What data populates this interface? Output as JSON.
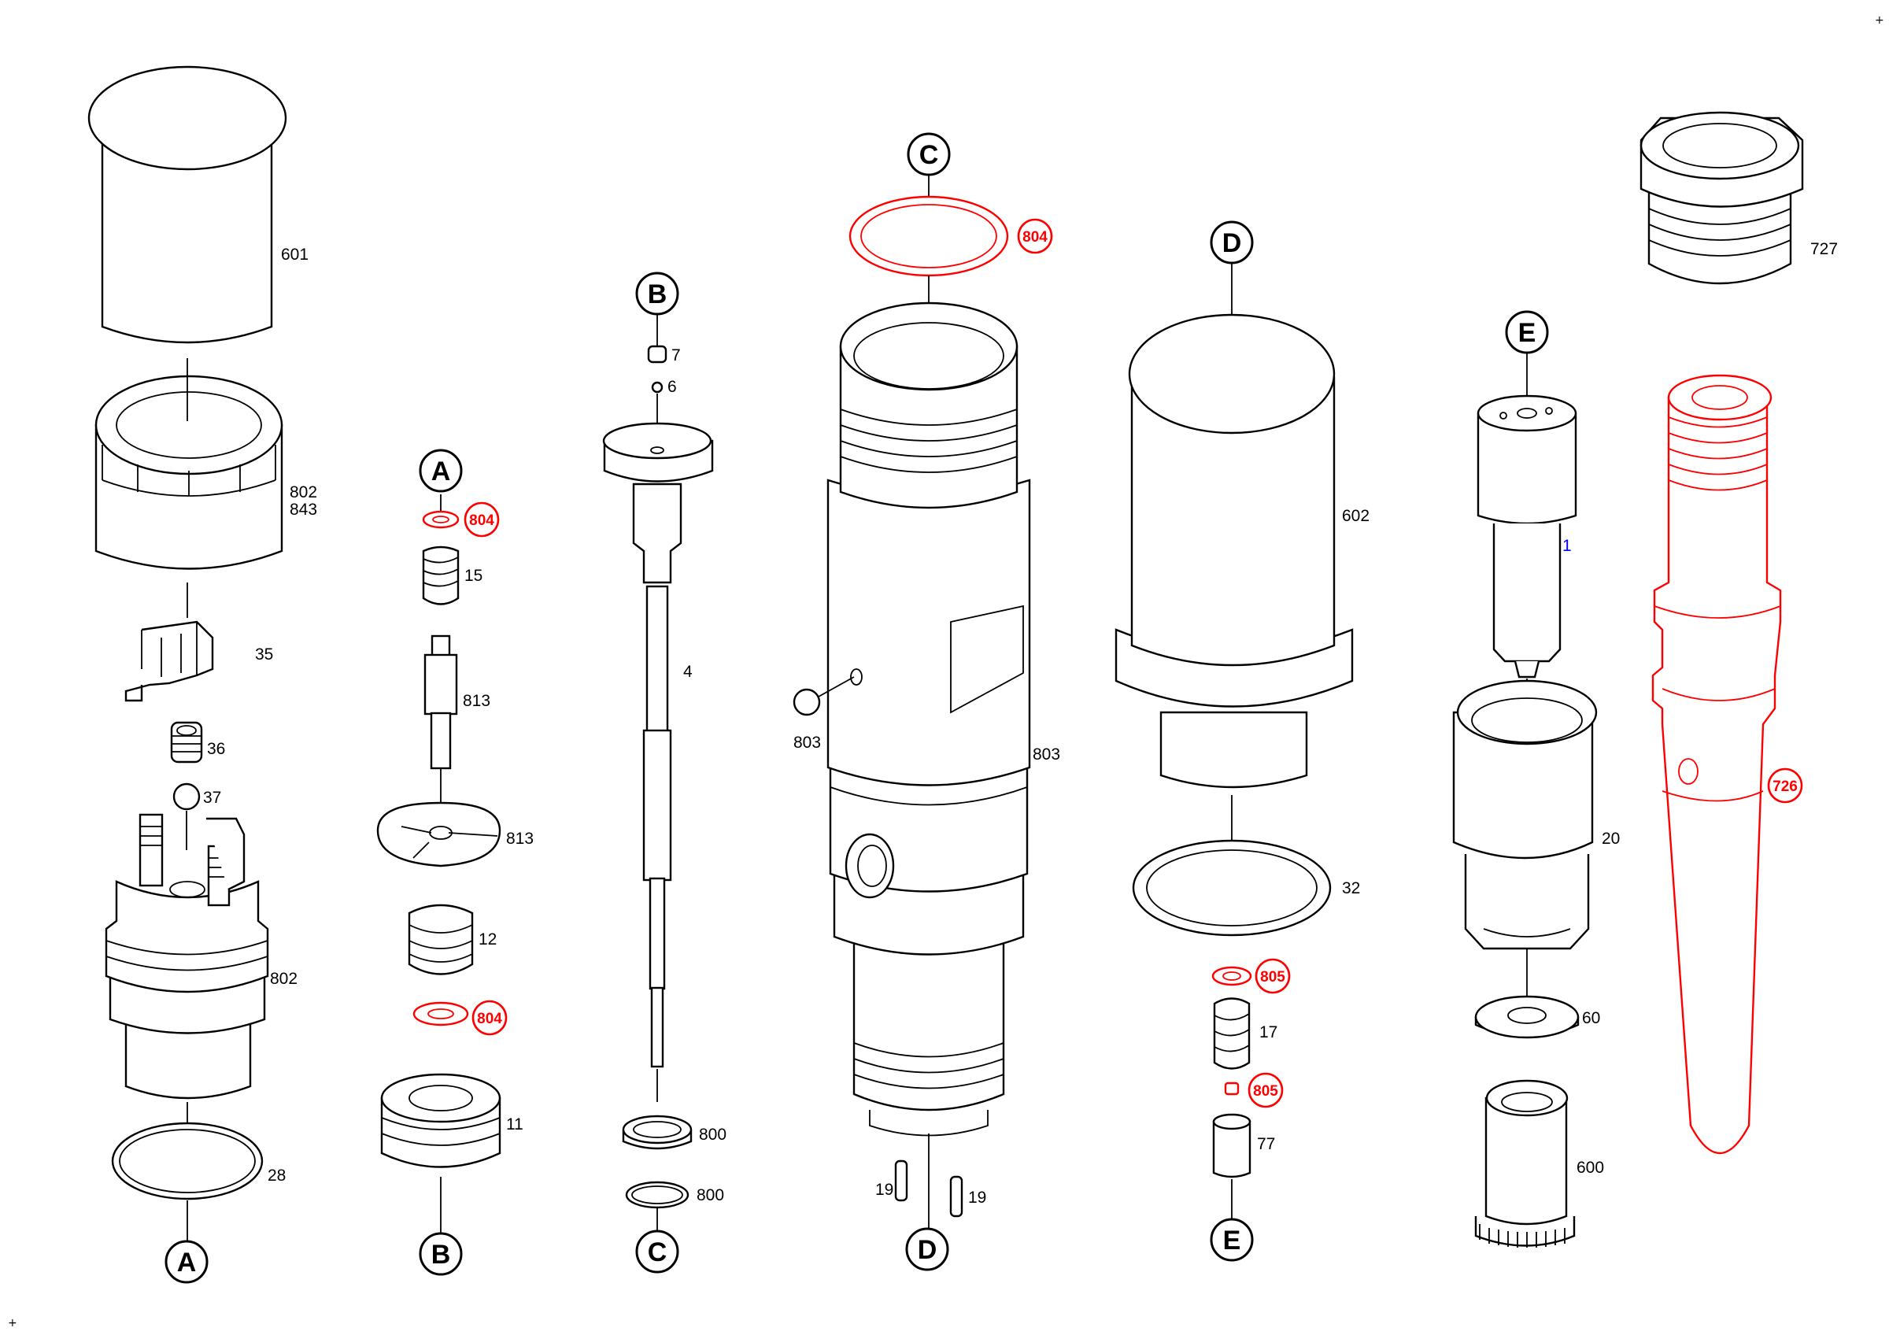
{
  "diagram": {
    "connectors": [
      "A",
      "B",
      "C",
      "D",
      "E"
    ],
    "part_labels": {
      "p601": "601",
      "p802a": "802",
      "p843": "843",
      "p35": "35",
      "p36": "36",
      "p37": "37",
      "p802b": "802",
      "p28": "28",
      "p15": "15",
      "p813a": "813",
      "p813b": "813",
      "p12": "12",
      "p11": "11",
      "p7": "7",
      "p6": "6",
      "p4": "4",
      "p800a": "800",
      "p800b": "800",
      "p803a": "803",
      "p803b": "803",
      "p19a": "19",
      "p19b": "19",
      "p602": "602",
      "p32": "32",
      "p17": "17",
      "p77": "77",
      "p727": "727",
      "p1": "1",
      "p20": "20",
      "p60": "60",
      "p600": "600"
    },
    "highlighted_labels": {
      "h804a": "804",
      "h804b": "804",
      "h804c": "804",
      "h805a": "805",
      "h805b": "805",
      "h726": "726"
    },
    "corner_marks": {
      "top_right": "+",
      "bottom_left": "+"
    },
    "colors": {
      "line": "#000000",
      "highlight": "#ff0000",
      "ref_label": "#0000ff",
      "background": "#ffffff"
    }
  }
}
